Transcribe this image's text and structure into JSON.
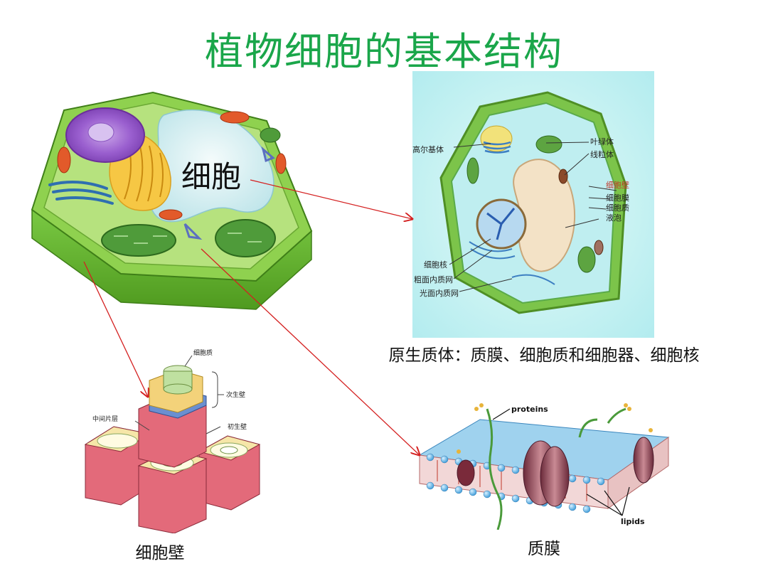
{
  "title": "植物细胞的基本结构",
  "cell_label": "细胞",
  "protoplast_caption": "原生质体：质膜、细胞质和细胞器、细胞核",
  "wall_caption": "细胞壁",
  "membrane_caption": "质膜",
  "protoplast_labels": {
    "golgi": "高尔基体",
    "chloroplast": "叶绿体",
    "mitochondria": "线粒体",
    "cell_wall": "细胞壁",
    "cell_membrane": "细胞膜",
    "cytoplasm": "细胞质",
    "vacuole": "液泡",
    "nucleus": "细胞核",
    "rough_er": "粗面内质网",
    "smooth_er": "光面内质网"
  },
  "wall_labels": {
    "cytoplasm": "细胞质",
    "secondary_wall": "次生壁",
    "middle_lamella": "中间片层",
    "primary_wall": "初生壁"
  },
  "membrane_labels": {
    "proteins": "proteins",
    "lipids": "lipids"
  },
  "colors": {
    "title": "#1aa64a",
    "arrow": "#d42020",
    "protoplast_wall_label": "#c0392b"
  }
}
